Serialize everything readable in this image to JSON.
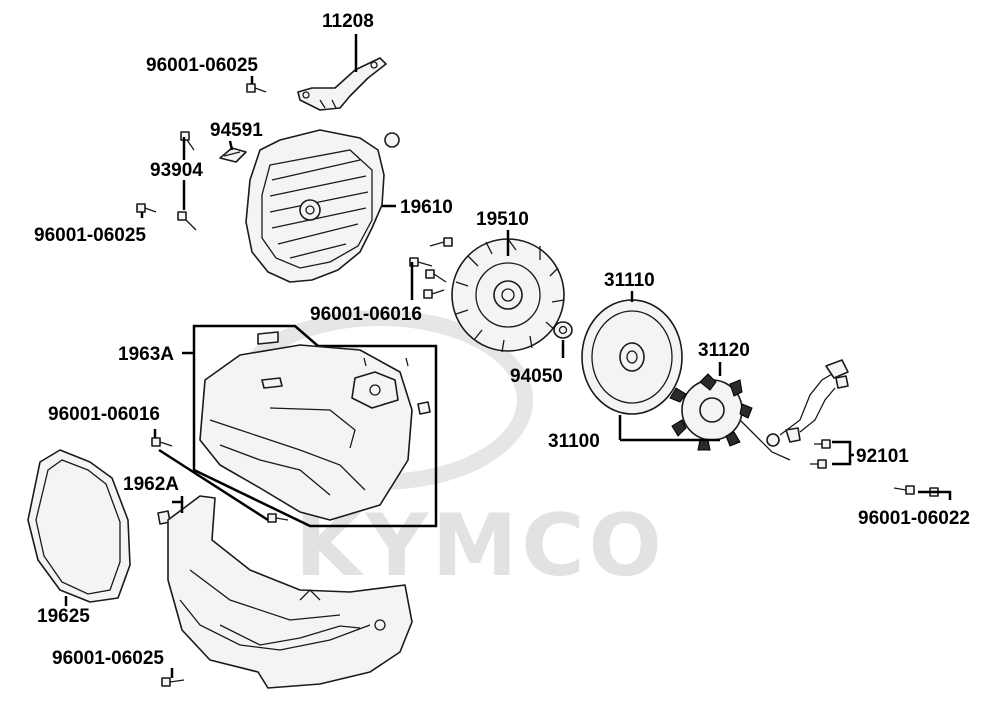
{
  "watermark": {
    "text": "KYMCO"
  },
  "labels": {
    "p11208": "11208",
    "p96001_06025_top": "96001-06025",
    "p94591": "94591",
    "p93904": "93904",
    "p96001_06025_left": "96001-06025",
    "p19610": "19610",
    "p19510": "19510",
    "p96001_06016_mid": "96001-06016",
    "p31110": "31110",
    "p1963A": "1963A",
    "p31120": "31120",
    "p94050": "94050",
    "p96001_06016_left": "96001-06016",
    "p31100": "31100",
    "p92101": "92101",
    "p1962A": "1962A",
    "p96001_06022": "96001-06022",
    "p19625": "19625",
    "p96001_06025_bottom": "96001-06025"
  }
}
